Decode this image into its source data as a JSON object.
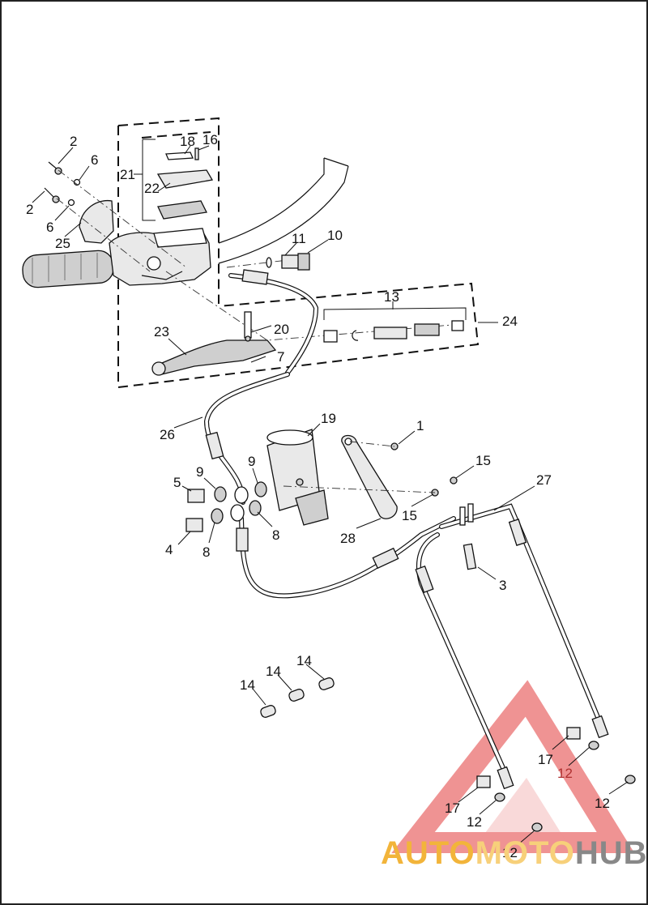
{
  "callouts": [
    {
      "label": "2"
    },
    {
      "label": "6"
    },
    {
      "label": "2"
    },
    {
      "label": "6"
    },
    {
      "label": "25"
    },
    {
      "label": "21"
    },
    {
      "label": "18"
    },
    {
      "label": "16"
    },
    {
      "label": "22"
    },
    {
      "label": "11"
    },
    {
      "label": "10"
    },
    {
      "label": "13"
    },
    {
      "label": "24"
    },
    {
      "label": "23"
    },
    {
      "label": "20"
    },
    {
      "label": "7"
    },
    {
      "label": "26"
    },
    {
      "label": "19"
    },
    {
      "label": "1"
    },
    {
      "label": "15"
    },
    {
      "label": "15"
    },
    {
      "label": "9"
    },
    {
      "label": "9"
    },
    {
      "label": "5"
    },
    {
      "label": "4"
    },
    {
      "label": "8"
    },
    {
      "label": "8"
    },
    {
      "label": "28"
    },
    {
      "label": "27"
    },
    {
      "label": "3"
    },
    {
      "label": "14"
    },
    {
      "label": "14"
    },
    {
      "label": "14"
    },
    {
      "label": "17"
    },
    {
      "label": "12"
    },
    {
      "label": "12"
    },
    {
      "label": "17"
    },
    {
      "label": "12"
    },
    {
      "label": "12"
    }
  ],
  "watermark": {
    "part1": "AUTO",
    "part2": "MOTO",
    "part3": "HUB",
    "colors": {
      "auto": "#f2b43a",
      "moto": "#f7d07a",
      "hub": "#888888",
      "triangle": "#e23b3b"
    }
  }
}
